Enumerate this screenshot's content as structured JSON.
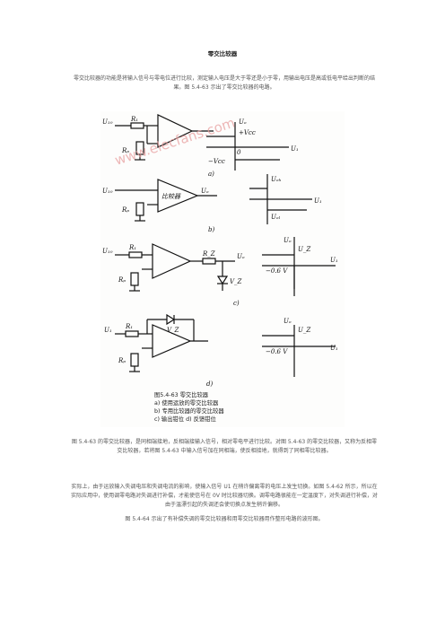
{
  "title": "零交比较器",
  "paragraphs": [
    "零交比较器的功能是将输入信号与零电位进行比较，测定输入电压是大于零还是小于零，用输出电压是高或低电平给出判断的结果。图 5.4-63 示出了零交比较器的电路。",
    "图 5.4-63 的零交比较器，是同相端接地，反相端接输入信号，相对零电平进行比较。对图 5.4-63 的零交比较器，又称为反相零交比较器，若将图 5.4-63 中输入信号加在同相端，使反相接地，就得到了同相零比较器。",
    "实际上，由于运放输入失调电压和失调电流的影响，使输入信号 U1 在稍许偏离零的电压上发生切换。如图 5.4-62 所示，所以在实际应用中，使用调零电路对失调进行补偿，才能使信号在 0V 时比较器切换。调零电路很能在一定温度下，对失调进行补偿，对由于温漂引起的失调还会使切换点发生稍许偏移。",
    "图 5.4-64 示出了有补偿失调的零交比较器和用零交比较器用作整形电路的波形图。"
  ],
  "figure": {
    "watermark": "www.elecfans.com",
    "labels": {
      "a_in": "U₁₀",
      "a_r1": "R₁",
      "a_rp": "Rₚ",
      "a_vcc": "+Vcc",
      "a_vee": "−Vcc",
      "a_uo": "Uₒ",
      "a_u1": "U₁",
      "a_zero": "0",
      "a_sub": "a)",
      "b_in": "U₁₀",
      "b_box": "比较器",
      "b_rp": "Rₚ",
      "b_out": "Uₒ",
      "b_top": "Uₒₕ",
      "b_bot": "Uₒₗ",
      "b_u1": "U₁",
      "b_sub": "b)",
      "c_in": "U₁₀",
      "c_r1": "R₁",
      "c_rz": "R_Z",
      "c_out": "Uₒ",
      "c_vz": "V_Z",
      "c_rp": "Rₚ",
      "c_uo": "Uₒ",
      "c_uz": "U_Z",
      "c_neg": "−0.6 V",
      "c_u1": "U₁",
      "c_sub": "c)",
      "d_in": "U₁",
      "d_r1": "R₁",
      "d_vz": "V_Z",
      "d_rp": "Rₚ",
      "d_uo": "Uₒ",
      "d_uz": "U_Z",
      "d_neg": "−0.6 V",
      "d_u1": "U₁",
      "d_sub": "d)"
    },
    "caption": [
      "图5.4-63    零交比较器",
      "a) 使用运放的零交比较器",
      "b) 专用比较器的零交比较器",
      "c) 输出钳位    d) 反馈钳位"
    ]
  }
}
